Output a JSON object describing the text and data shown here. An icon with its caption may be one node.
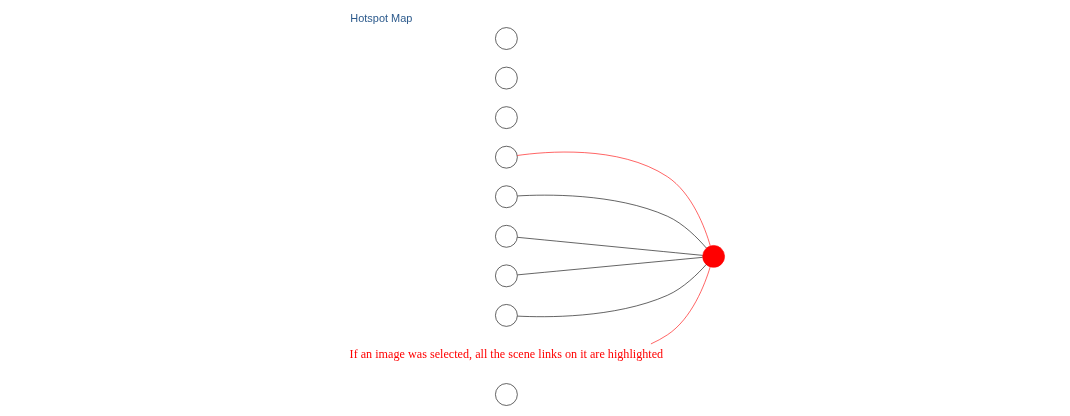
{
  "diagram": {
    "title": "Hotspot Map",
    "nodes": [
      {
        "text": [],
        "shape": "circle"
      },
      {
        "text": [],
        "shape": "circle"
      },
      {
        "text": [],
        "shape": "circle"
      },
      {
        "text": [],
        "shape": "circle"
      },
      {
        "text": [],
        "shape": "circle"
      },
      {
        "text": [],
        "shape": "circle"
      },
      {
        "text": [],
        "shape": "circle"
      },
      {
        "text": [],
        "shape": "circle"
      },
      {
        "text": [],
        "shape": "circle"
      },
      {
        "text": [],
        "shape": "circle"
      },
      {
        "text": [
          "If an image was selected, all the scene links on it are highlighted"
        ]
      }
    ],
    "edges": [
      {
        "from": 1,
        "to": 8,
        "arrow": "none",
        "color": "#ff0000"
      },
      {
        "from": 3,
        "to": 8,
        "arrow": "none"
      },
      {
        "from": 6,
        "to": 8,
        "arrow": "none"
      },
      {
        "from": 7,
        "to": 8,
        "arrow": "none"
      },
      {
        "from": 9,
        "to": 8,
        "arrow": "none"
      },
      {
        "from": 10,
        "to": 8,
        "arrow": "none",
        "color": "#ff0000"
      }
    ]
  }
}
